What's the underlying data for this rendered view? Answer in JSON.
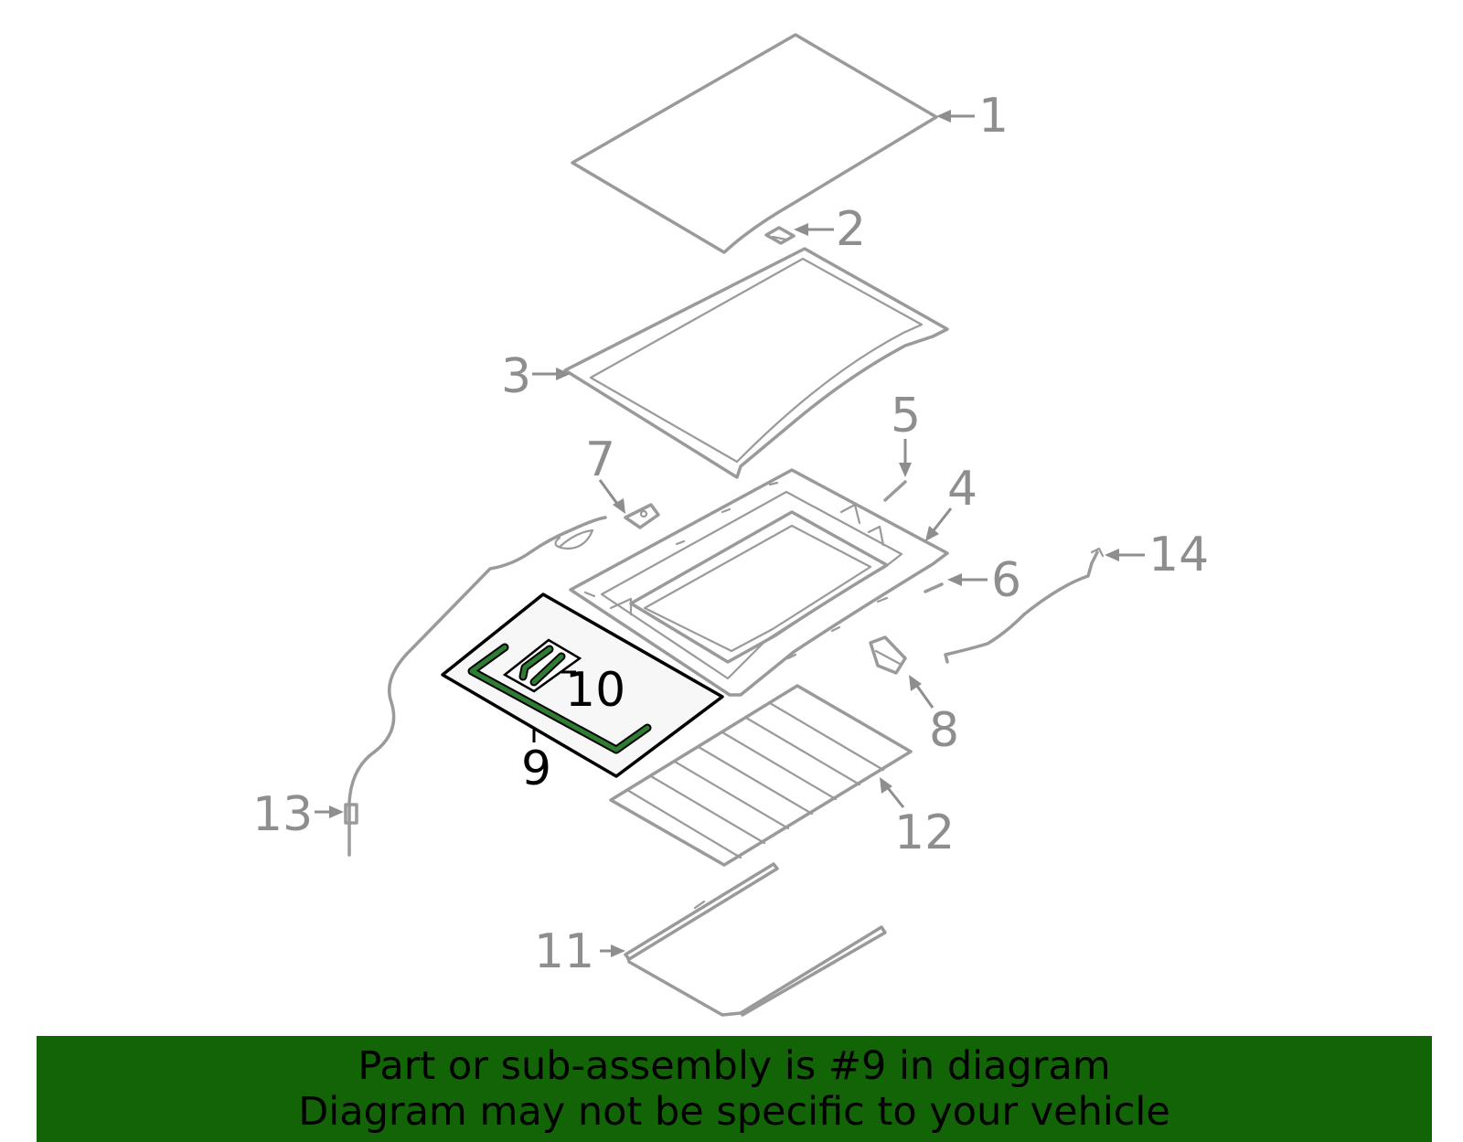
{
  "diagram": {
    "callouts": {
      "c1": "1",
      "c2": "2",
      "c3": "3",
      "c4": "4",
      "c5": "5",
      "c6": "6",
      "c7": "7",
      "c8": "8",
      "c9": "9",
      "c10": "10",
      "c11": "11",
      "c12": "12",
      "c13": "13",
      "c14": "14"
    },
    "highlighted_part": "9",
    "colors": {
      "part_outline": "#9a9a9a",
      "highlight_outline": "#000000",
      "highlight_seal": "#2e7d32",
      "banner_background": "#126407"
    }
  },
  "banner": {
    "line1": "Part or sub-assembly is #9 in diagram",
    "line2": "Diagram may not be specific to your vehicle"
  }
}
